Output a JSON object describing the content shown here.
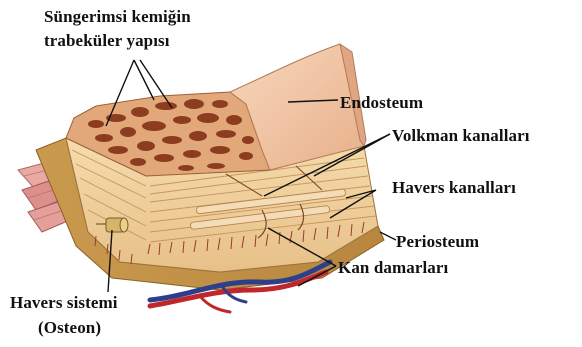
{
  "labels": {
    "spongy_line1": "Süngerimsi kemiğin",
    "spongy_line2": "trabeküler yapısı",
    "endosteum": "Endosteum",
    "volkmann": "Volkman kanalları",
    "havers_canals": "Havers kanalları",
    "periosteum": "Periosteum",
    "blood_vessels": "Kan damarları",
    "havers_system_line1": "Havers sistemi",
    "havers_system_line2": "(Osteon)"
  },
  "colors": {
    "endosteum_fill": "#f4c9a8",
    "spongy_fill": "#d99a6c",
    "spongy_holes": "#8a3b1f",
    "compact_fill": "#f1d39e",
    "lamellae": "#d2a66a",
    "periosteum_fill": "#caa35a",
    "vessel_red": "#c0272d",
    "vessel_blue": "#2d3f8c",
    "muscle_pink": "#e8a4a4"
  }
}
